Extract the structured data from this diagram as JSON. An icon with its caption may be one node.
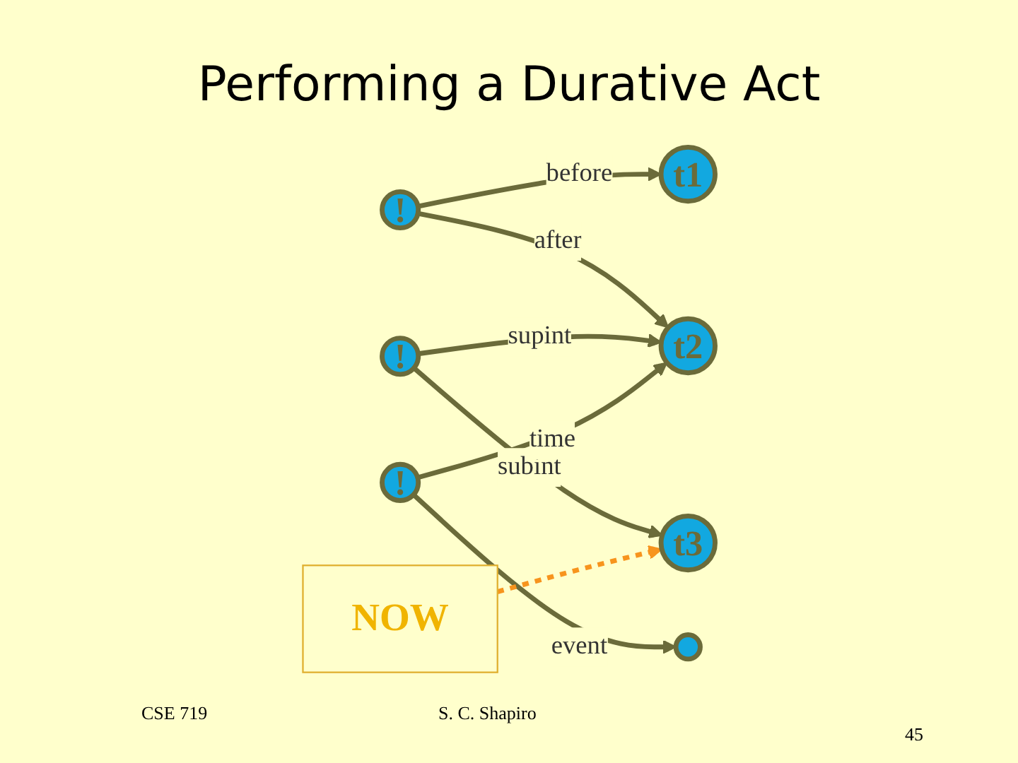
{
  "diagram": {
    "title": "Performing a Durative Act",
    "nodes": [
      {
        "text": [
          "t1"
        ]
      },
      {
        "text": [
          "!"
        ]
      },
      {
        "text": [
          "t2"
        ]
      },
      {
        "text": [
          "!"
        ]
      },
      {
        "text": [
          "t3"
        ]
      },
      {
        "text": [
          "!"
        ]
      },
      {
        "text": [],
        "shape": "circle"
      },
      {
        "text": [
          "NOW"
        ]
      }
    ],
    "edges": [
      {
        "from": 1,
        "to": 0,
        "arrow": "to",
        "label": "before"
      },
      {
        "from": 1,
        "to": 2,
        "arrow": "to",
        "label": "after"
      },
      {
        "from": 3,
        "to": 2,
        "arrow": "to",
        "label": "supint"
      },
      {
        "from": 3,
        "to": 4,
        "arrow": "to",
        "label": "subint"
      },
      {
        "from": 5,
        "to": 2,
        "arrow": "to",
        "label": "time"
      },
      {
        "from": 5,
        "to": 6,
        "arrow": "to",
        "label": "event"
      },
      {
        "from": 7,
        "to": 4,
        "arrow": "to",
        "style": "dashed",
        "color": "#f7941d"
      }
    ],
    "labels": [
      "CSE 719",
      "S. C. Shapiro",
      "45"
    ]
  }
}
